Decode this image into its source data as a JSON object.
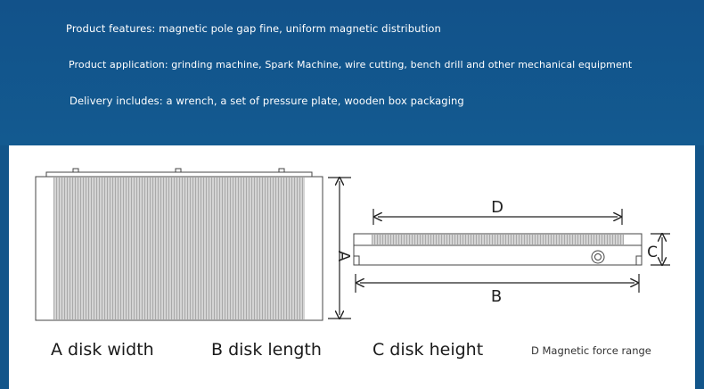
{
  "header": {
    "features": "Product features: magnetic pole gap fine, uniform magnetic distribution",
    "application": "Product application: grinding machine, Spark Machine, wire cutting, bench drill and other mechanical equipment",
    "delivery": "Delivery includes: a wrench, a set of pressure plate, wooden box packaging"
  },
  "diagram": {
    "label_a": "A",
    "label_b": "B",
    "label_c": "C",
    "label_d": "D"
  },
  "captions": {
    "a": "A disk width",
    "b": "B disk length",
    "c": "C disk height",
    "d": "D Magnetic force range"
  },
  "colors": {
    "header_bg": "#12558a",
    "panel_bg": "#ffffff",
    "line": "#222222",
    "pole_fill": "#c8c8c8"
  }
}
